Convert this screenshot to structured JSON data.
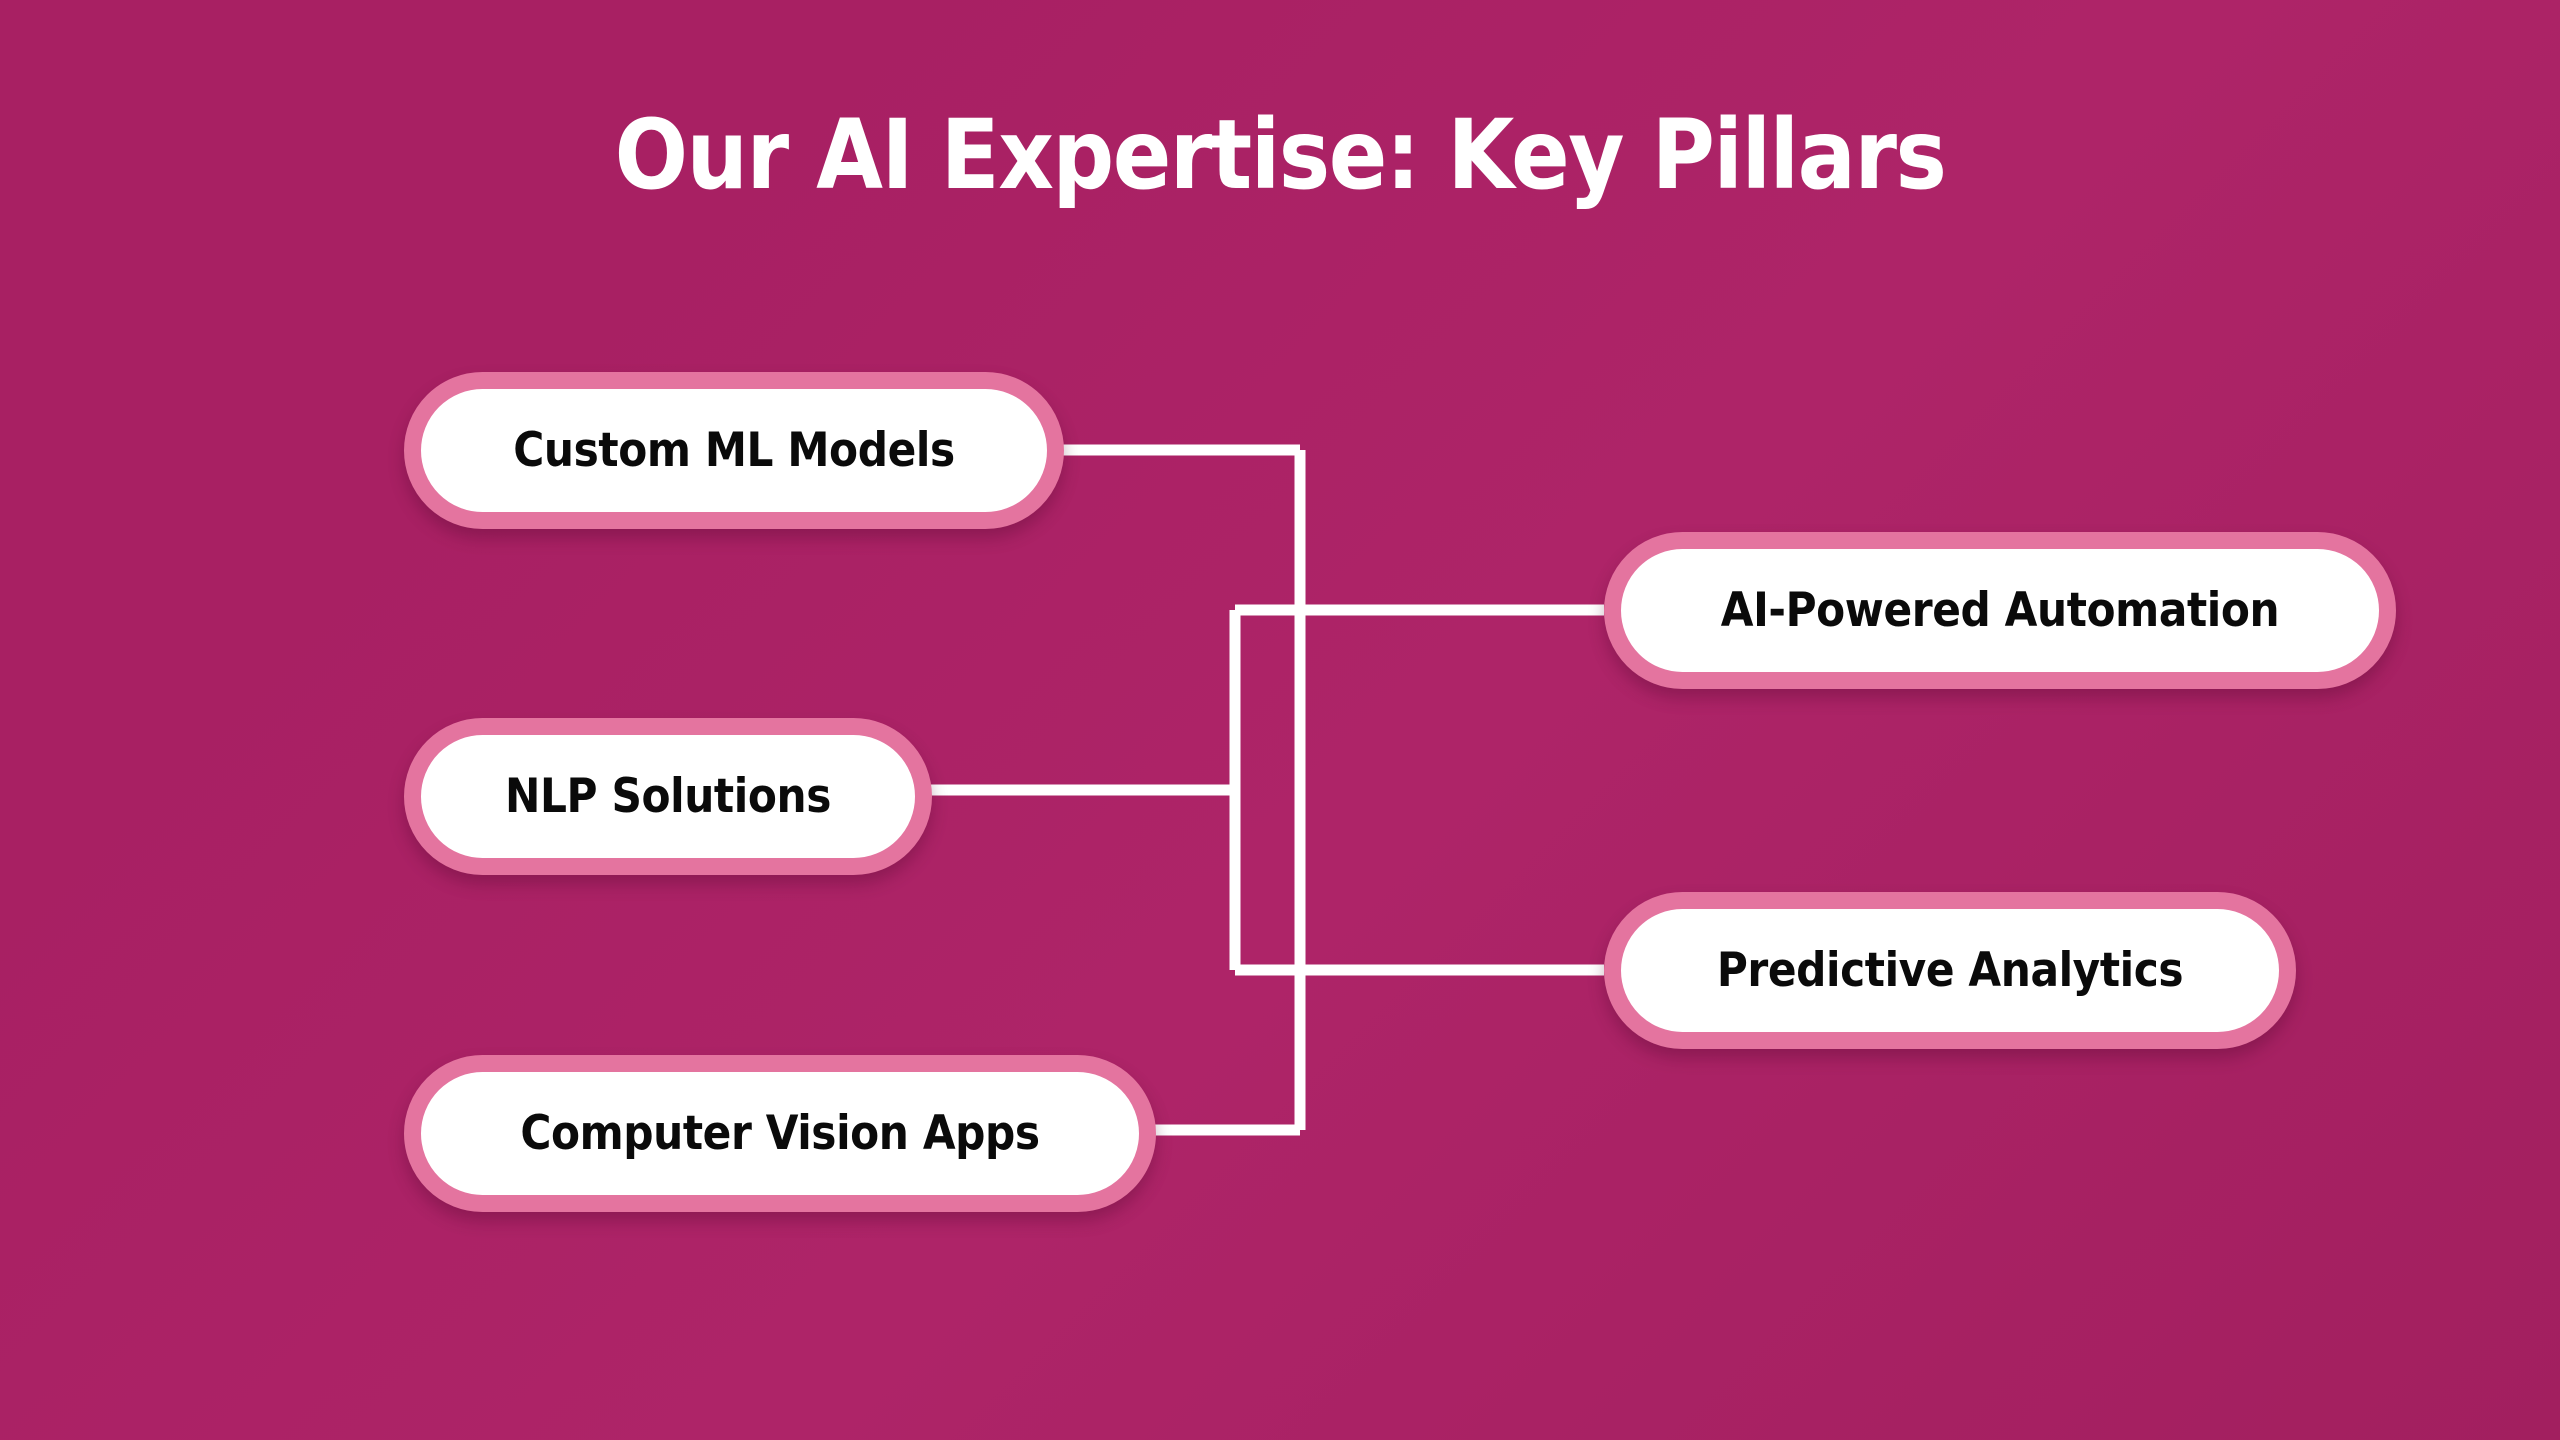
{
  "slide": {
    "title": "Our AI Expertise: Key Pillars",
    "background_color_start": "#a82063",
    "background_color_end": "#a21f5f",
    "title_color": "#ffffff"
  },
  "diagram": {
    "type": "mind-map",
    "node_fill": "#ffffff",
    "node_border": "#e4749f",
    "node_text_color": "#0a0a0a",
    "connector_color": "#ffffff",
    "left_nodes": [
      {
        "id": "custom-ml",
        "label": "Custom ML Models"
      },
      {
        "id": "nlp",
        "label": "NLP Solutions"
      },
      {
        "id": "cv",
        "label": "Computer Vision Apps"
      }
    ],
    "right_nodes": [
      {
        "id": "automation",
        "label": "AI-Powered Automation"
      },
      {
        "id": "predictive",
        "label": "Predictive Analytics"
      }
    ]
  }
}
